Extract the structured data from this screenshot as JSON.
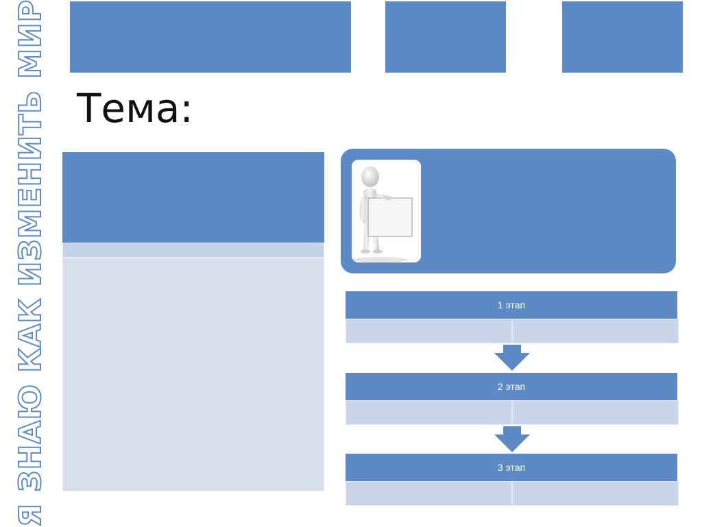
{
  "slide": {
    "vertical_title": "Я ЗНАЮ КАК ИЗМЕНИТЬ МИР",
    "topic_label": "Тема:"
  },
  "stages": [
    {
      "label": "1 этап"
    },
    {
      "label": "2 этап"
    },
    {
      "label": "3 этап"
    }
  ],
  "colors": {
    "accent": "#5b8ac4",
    "light_fill": "#d6dfeb",
    "row_fill": "#c9d6e9",
    "title_text": "#111111"
  },
  "icons": {
    "figure": "person-holding-board-icon",
    "flow_arrow": "arrow-down-icon"
  }
}
